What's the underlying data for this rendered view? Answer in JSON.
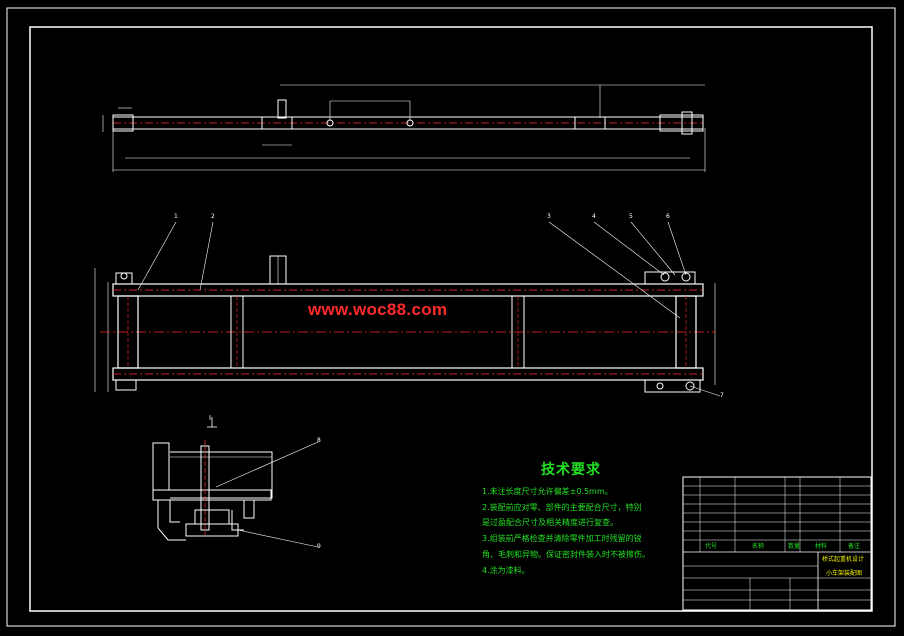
{
  "watermark": "www.woc88.com",
  "section_label": "I",
  "tech_requirements": {
    "title": "技术要求",
    "items": [
      "1.未注长度尺寸允许偏差±0.5mm。",
      "2.装配前应对零、部件的主要配合尺寸，特别",
      "是过盈配合尺寸及相关精度进行复查。",
      "3.组装前严格检查并清除零件加工时残留的锐",
      "角、毛刺和异物。保证密封件装入时不被擦伤。",
      "4.涂为漆料。"
    ]
  },
  "callouts": [
    "1",
    "2",
    "3",
    "4",
    "5",
    "6",
    "7",
    "8",
    "9"
  ],
  "title_block": {
    "header": [
      "代号",
      "名称",
      "数量",
      "材料",
      "备注"
    ],
    "drawing_name": "小车架装配图",
    "project": "桥式起重机设计",
    "colors": {
      "frame": "#ffffff",
      "green": "#22e022",
      "yellow": "#f2f200",
      "red": "#ff2a2a"
    }
  }
}
